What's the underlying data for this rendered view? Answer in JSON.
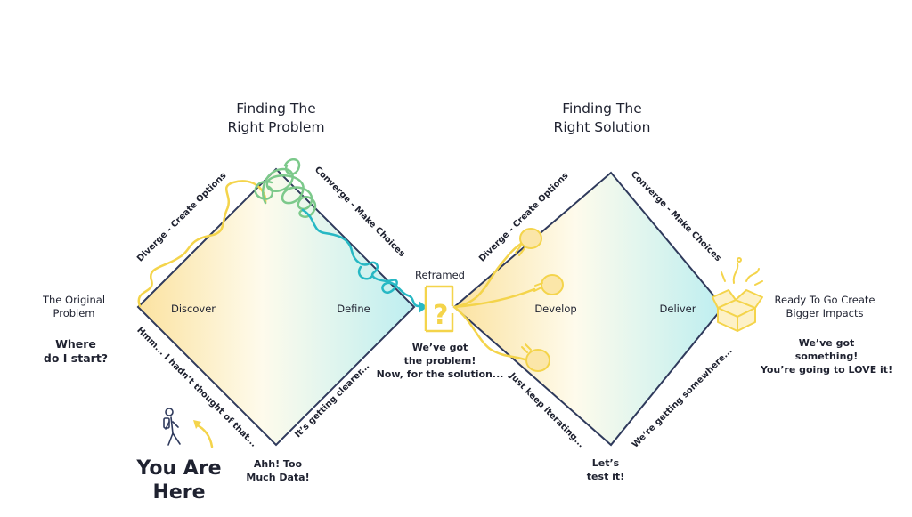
{
  "headers": {
    "problem_line1": "Finding The",
    "problem_line2": "Right Problem",
    "solution_line1": "Finding The",
    "solution_line2": "Right Solution"
  },
  "stages": {
    "discover": "Discover",
    "define": "Define",
    "develop": "Develop",
    "deliver": "Deliver"
  },
  "edges": {
    "diverge_1": "Diverge - Create Options",
    "converge_1": "Converge - Make Choices",
    "diverge_2": "Diverge - Create Options",
    "converge_2": "Converge - Make Choices",
    "hmm": "Hmm... I hadn’t thought of that...",
    "clearer": "It’s getting clearer...",
    "iterating": "Just keep iterating...",
    "somewhere": "We’re getting somewhere..."
  },
  "start": {
    "line1": "The Original",
    "line2": "Problem",
    "q1": "Where",
    "q2": "do I start?"
  },
  "middle": {
    "reframed": "Reframed",
    "line1": "We’ve got",
    "line2": "the problem!",
    "line3": "Now, for the solution..."
  },
  "end": {
    "line1": "Ready To Go Create",
    "line2": "Bigger Impacts",
    "b1": "We’ve got",
    "b2": "something!",
    "b3": "You’re going to LOVE it!"
  },
  "bottom": {
    "data1": "Ahh! Too",
    "data2": "Much Data!",
    "test1": "Let’s",
    "test2": "test it!",
    "here1": "You Are",
    "here2": "Here"
  },
  "colors": {
    "outline": "#2f3a5c",
    "accent_yellow": "#f4d44b",
    "accent_teal": "#27b8c4",
    "accent_green": "#7cc98b",
    "fill_yellow": "#fbe6a8",
    "fill_cyan": "#bfeef0"
  }
}
